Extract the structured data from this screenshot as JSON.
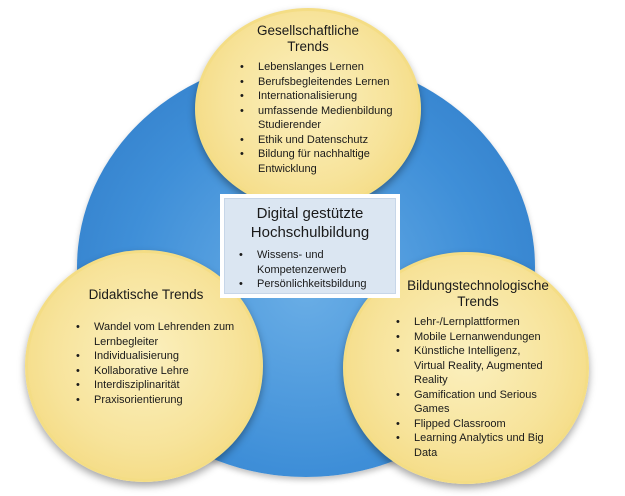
{
  "center": {
    "title_line1": "Digital gestützte",
    "title_line2": "Hochschulbildung",
    "items": [
      "Wissens- und Kompetenzerwerb",
      "Persönlichkeitsbildung"
    ]
  },
  "top": {
    "title_line1": "Gesellschaftliche",
    "title_line2": "Trends",
    "items": [
      "Lebenslanges Lernen",
      "Berufsbegleitendes Lernen",
      "Internationalisierung",
      "umfassende Medienbildung Studierender",
      "Ethik und Datenschutz",
      "Bildung für nachhaltige Entwicklung"
    ]
  },
  "left": {
    "title": "Didaktische Trends",
    "items": [
      "Wandel vom Lehrenden zum Lernbegleiter",
      "Individualisierung",
      "Kollaborative Lehre",
      "Interdisziplinarität",
      "Praxisorientierung"
    ]
  },
  "right": {
    "title_line1": "Bildungstechnologische",
    "title_line2": "Trends",
    "items": [
      "Lehr-/Lernplattformen",
      "Mobile Lernanwendungen",
      "Künstliche Intelligenz, Virtual Reality, Augmented Reality",
      "Gamification und Serious Games",
      "Flipped Classroom",
      "Learning Analytics und Big Data"
    ]
  },
  "colors": {
    "blue_circle": "#3f8fd8",
    "yellow_circle": "#f7e39a",
    "center_box": "#dbe6f2"
  }
}
